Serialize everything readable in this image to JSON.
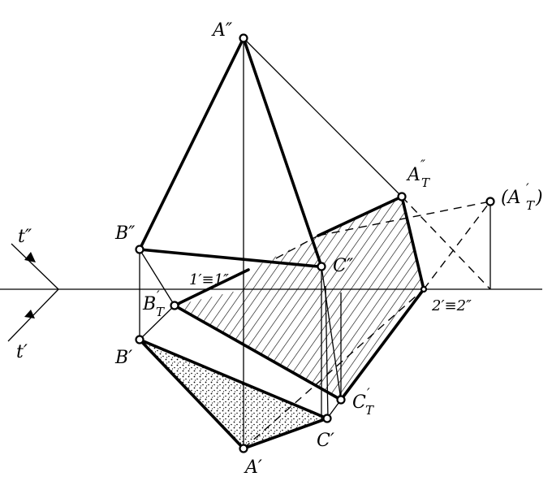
{
  "labels": {
    "A2": "A″",
    "B2": "B″",
    "C2": "C″",
    "AT2": "A",
    "AT2_sub": "T",
    "AT2_sup": "″",
    "AT1_paren": "(A",
    "AT1_sub": "T",
    "AT1_close": ")",
    "AT1_sup": "′",
    "BT1": "B",
    "BT1_sub": "T",
    "BT1_sup": "′",
    "CT1": "C",
    "CT1_sub": "T",
    "CT1_sup": "′",
    "B1": "B′",
    "C1": "C′",
    "A1": "A′",
    "p1": "1′≡1″",
    "p2": "2′≡2″",
    "t2": "t″",
    "t1": "t′"
  }
}
